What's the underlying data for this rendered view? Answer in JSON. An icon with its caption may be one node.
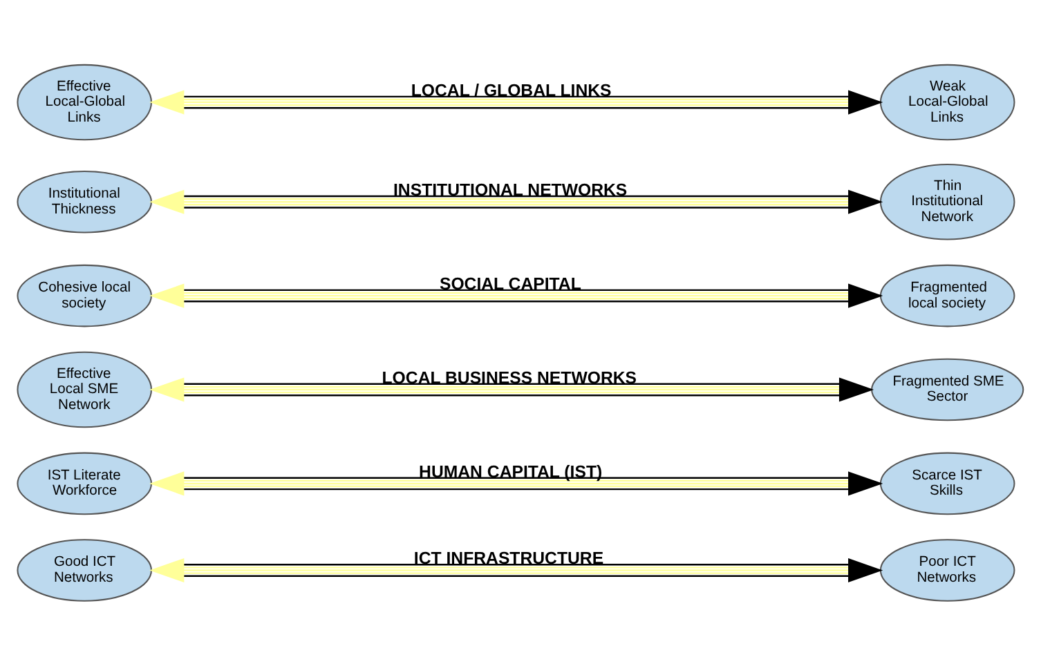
{
  "diagram": {
    "nodes": [
      {
        "text": [
          "Good ICT Networks"
        ]
      },
      {
        "text": [
          "Poor ICT Networks"
        ]
      },
      {
        "text": [
          "IST Literate Workforce"
        ]
      },
      {
        "text": [
          "Scarce IST Skills"
        ]
      },
      {
        "text": [
          "Effective Local SME Network"
        ]
      },
      {
        "text": [
          "Fragmented SME Sector"
        ]
      },
      {
        "text": [
          "Cohesive local society"
        ]
      },
      {
        "text": [
          "Fragmented local society"
        ]
      },
      {
        "text": [
          "Institutional Thickness"
        ]
      },
      {
        "text": [
          "Thin Institutional Network"
        ]
      },
      {
        "text": [
          "Effective Local-Global Links"
        ]
      },
      {
        "text": [
          "Weak Local-Global Links"
        ]
      }
    ],
    "edges": [
      {
        "from": 0,
        "to": 1,
        "arrow": "both",
        "label": "ICT INFRASTRUCTURE"
      },
      {
        "from": 2,
        "to": 3,
        "arrow": "both",
        "label": "HUMAN CAPITAL (IST)"
      },
      {
        "from": 4,
        "to": 5,
        "arrow": "both",
        "label": "LOCAL BUSINESS NETWORKS"
      },
      {
        "from": 6,
        "to": 7,
        "arrow": "both",
        "label": "SOCIAL CAPITAL"
      },
      {
        "from": 8,
        "to": 9,
        "arrow": "both",
        "label": "INSTITUTIONAL NETWORKS"
      },
      {
        "from": 10,
        "to": 11,
        "arrow": "both",
        "label": "LOCAL / GLOBAL LINKS"
      }
    ]
  }
}
